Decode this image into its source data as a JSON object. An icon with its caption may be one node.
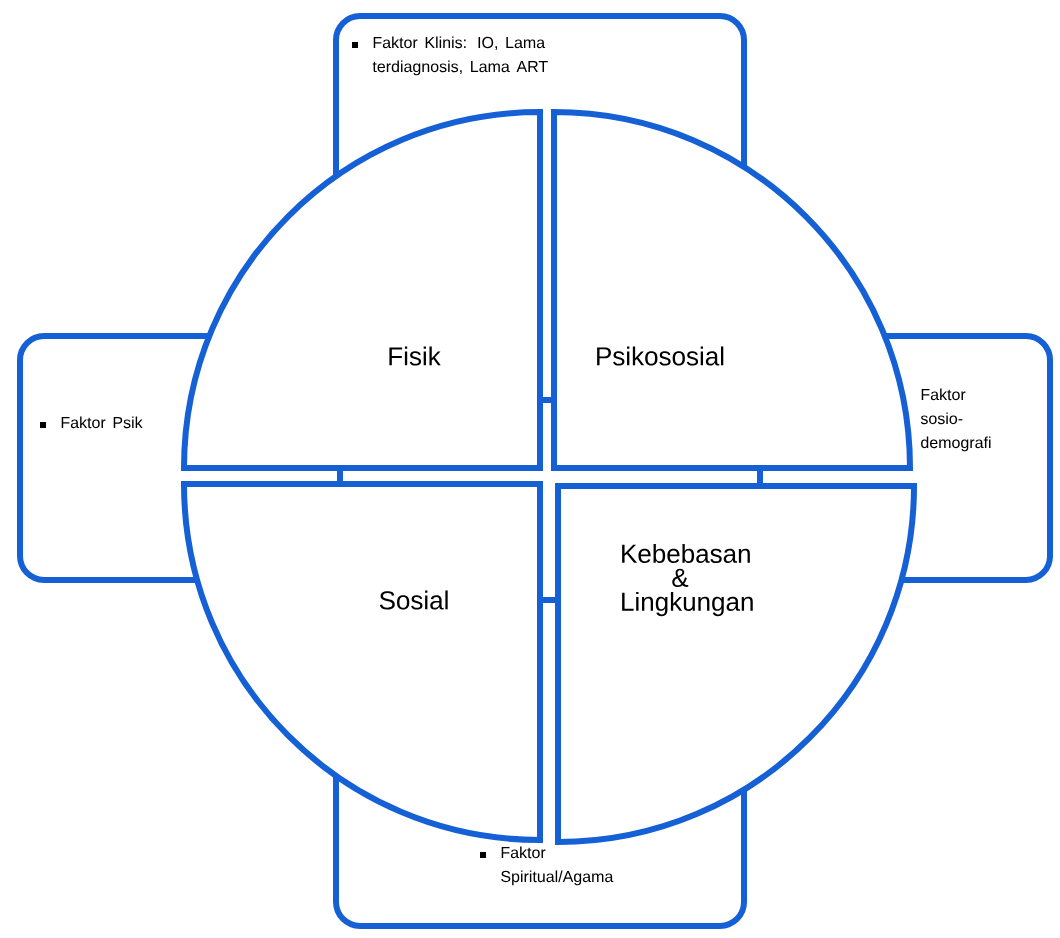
{
  "diagram": {
    "nodes": [
      {
        "text": [
          "Faktor Klinis: IO, Lama terdiagnosis, Lama ART"
        ]
      },
      {
        "text": [
          "Faktor Psik"
        ]
      },
      {
        "text": [
          "Faktor sosio-demografi"
        ]
      },
      {
        "text": [
          "Faktor Spiritual/Agama"
        ]
      },
      {
        "text": [
          "Fisik"
        ]
      },
      {
        "text": [
          "Psikososial"
        ]
      },
      {
        "text": [
          "Sosial"
        ]
      },
      {
        "text": [
          "Kebebasan & Lingkungan"
        ]
      }
    ]
  }
}
